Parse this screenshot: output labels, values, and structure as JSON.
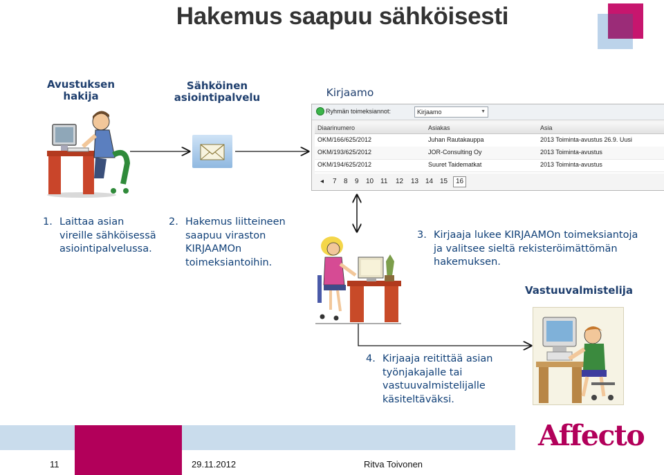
{
  "title": "Hakemus saapuu sähköisesti",
  "roles": {
    "applicant": [
      "Avustuksen",
      "hakija"
    ],
    "service": [
      "Sähköinen",
      "asiointipalvelu"
    ],
    "registry": "Kirjaamo",
    "responsible": "Vastuuvalmistelija"
  },
  "steps": [
    {
      "num": "1.",
      "lines": [
        "Laittaa asian",
        "vireille sähköisessä",
        "asiointipalvelussa."
      ]
    },
    {
      "num": "2.",
      "lines": [
        "Hakemus liitteineen",
        "saapuu viraston",
        "KIRJAAMOn",
        "toimeksiantoihin."
      ]
    },
    {
      "num": "3.",
      "lines": [
        "Kirjaaja lukee KIRJAAMOn toimeksiantoja",
        "ja valitsee sieltä rekisteröimättömän",
        "hakemuksen."
      ]
    },
    {
      "num": "4.",
      "lines": [
        "Kirjaaja reitittää asian",
        "työnjakajalle tai",
        "vastuuvalmistelijalle",
        "käsiteltäväksi."
      ]
    }
  ],
  "app": {
    "group_label": "Ryhmän toimeksiannot:",
    "group_value": "Kirjaamo",
    "columns": [
      "Diaarinumero",
      "Asiakas",
      "Asia"
    ],
    "rows": [
      [
        "OKM/166/625/2012",
        "Juhan Rautakauppa",
        "2013 Toiminta-avustus 26.9. Uusi"
      ],
      [
        "OKM/193/625/2012",
        "JOR-Consulting Oy",
        "2013 Toiminta-avustus"
      ],
      [
        "OKM/194/625/2012",
        "Suuret Taidematkat",
        "2013 Toiminta-avustus"
      ]
    ],
    "pages": [
      "7",
      "8",
      "9",
      "10",
      "11",
      "12",
      "13",
      "14",
      "15"
    ],
    "current_page": "16"
  },
  "logo": "Affecto",
  "footer": {
    "page": "11",
    "date": "29.11.2012",
    "author": "Ritva Toivonen"
  },
  "colors": {
    "brand": "#b2005a",
    "text_blue": "#0f3f77",
    "band": "#c9dcec"
  }
}
